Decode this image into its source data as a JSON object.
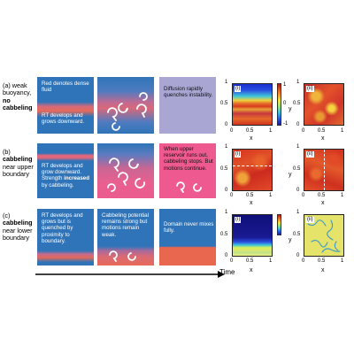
{
  "rows": [
    {
      "label_prefix": "(a) weak buoyancy,",
      "label_bold": "no cabbeling",
      "panel1_text_top": "Red denotes dense fluid",
      "panel1_text_bottom": "RT develops and grows downward.",
      "panel3_text": "Diffusion rapidly quenches instability.",
      "plot_i_label": "(i)",
      "plot_ii_label": "(ii)"
    },
    {
      "label_prefix": "(b)",
      "label_bold": "cabbeling",
      "label_suffix": "near upper boundary",
      "panel1_text_a": "RT develops and grow downward. Strength",
      "panel1_text_bold": "increased",
      "panel1_text_b": "by cabbeling.",
      "panel3_text": "When upper reservoir runs out, cabbeling stops. But motions continue.",
      "plot_i_label": "(i)",
      "plot_ii_label": "(ii)"
    },
    {
      "label_prefix": "(c)",
      "label_bold": "cabbeling",
      "label_suffix": "near lower boundary",
      "panel1_text": "RT develops and grows but is quenched by proximity to boundary.",
      "panel2_text": "Cabbeling potential remains strong but motions remain weak.",
      "panel3_text": "Domain never mixes fully.",
      "plot_i_label": "(i)",
      "plot_ii_label": "(ii)"
    }
  ],
  "axes": {
    "x_label": "x",
    "y_label": "y",
    "x_ticks": [
      "0",
      "0.5",
      "1"
    ],
    "y_ticks": [
      "1",
      "0.5",
      "0"
    ],
    "colorbar_ticks": [
      "1",
      "0",
      "-1"
    ]
  },
  "time_label": "Time",
  "colors": {
    "blue": "#2f74b8",
    "red": "#e9574f",
    "lavender": "#a9a6d4",
    "pink": "#ee5a8f",
    "salmon": "#e9674f"
  }
}
